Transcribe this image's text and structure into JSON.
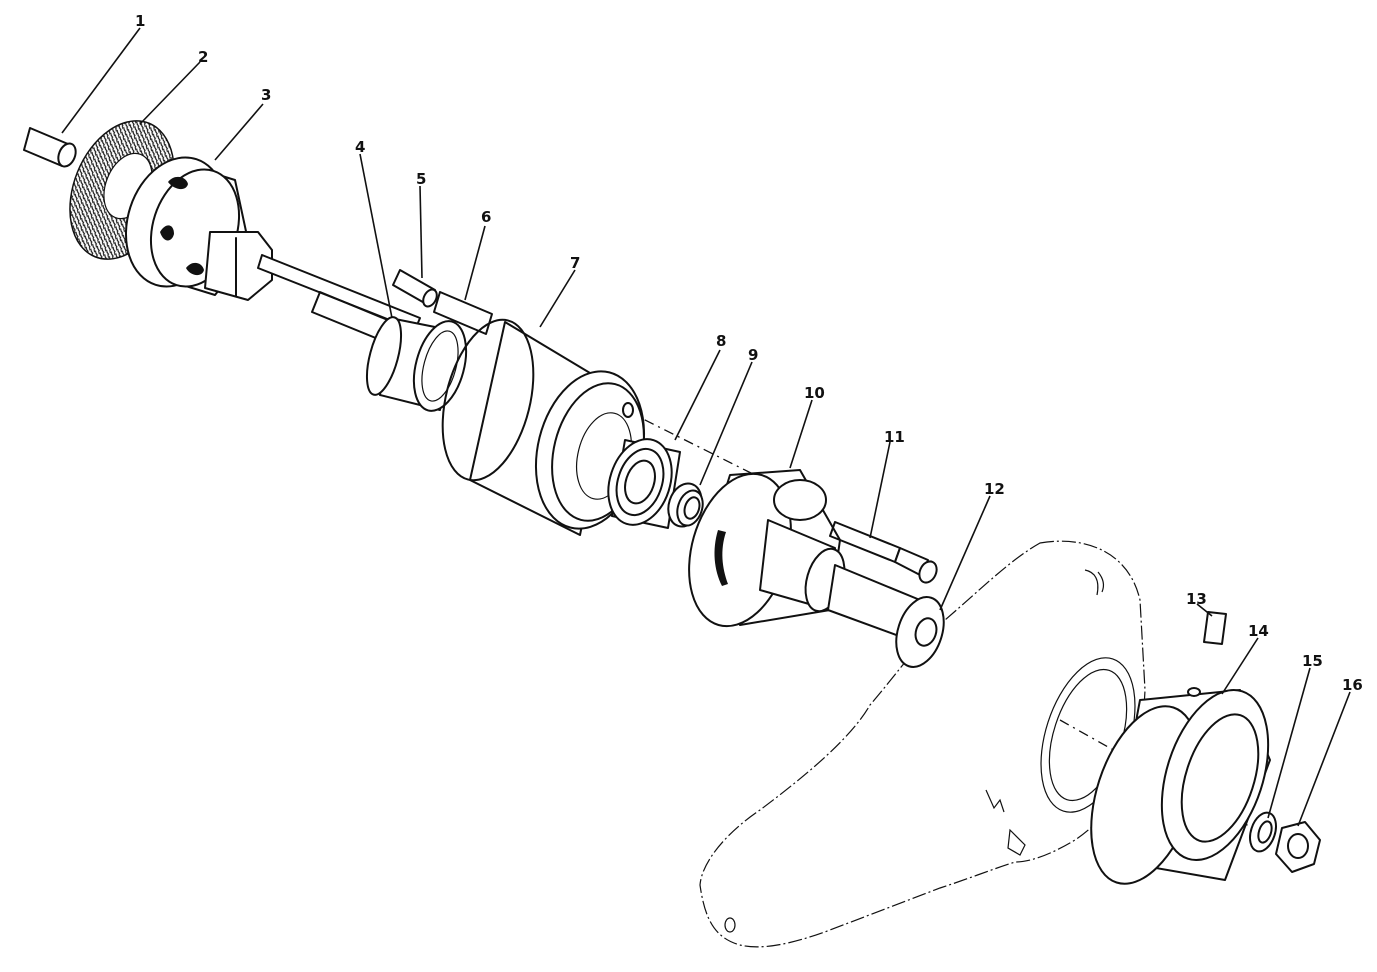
{
  "parts": [
    {
      "id": "part-1",
      "number": "1"
    },
    {
      "id": "part-2",
      "number": "2"
    },
    {
      "id": "part-3",
      "number": "3"
    },
    {
      "id": "part-4",
      "number": "4"
    },
    {
      "id": "part-5",
      "number": "5"
    },
    {
      "id": "part-6",
      "number": "6"
    },
    {
      "id": "part-7",
      "number": "7"
    },
    {
      "id": "part-8",
      "number": "8"
    },
    {
      "id": "part-9",
      "number": "9"
    },
    {
      "id": "part-10",
      "number": "10"
    },
    {
      "id": "part-11",
      "number": "11"
    },
    {
      "id": "part-12",
      "number": "12"
    },
    {
      "id": "part-13",
      "number": "13"
    },
    {
      "id": "part-14",
      "number": "14"
    },
    {
      "id": "part-15",
      "number": "15"
    },
    {
      "id": "part-16",
      "number": "16"
    }
  ]
}
